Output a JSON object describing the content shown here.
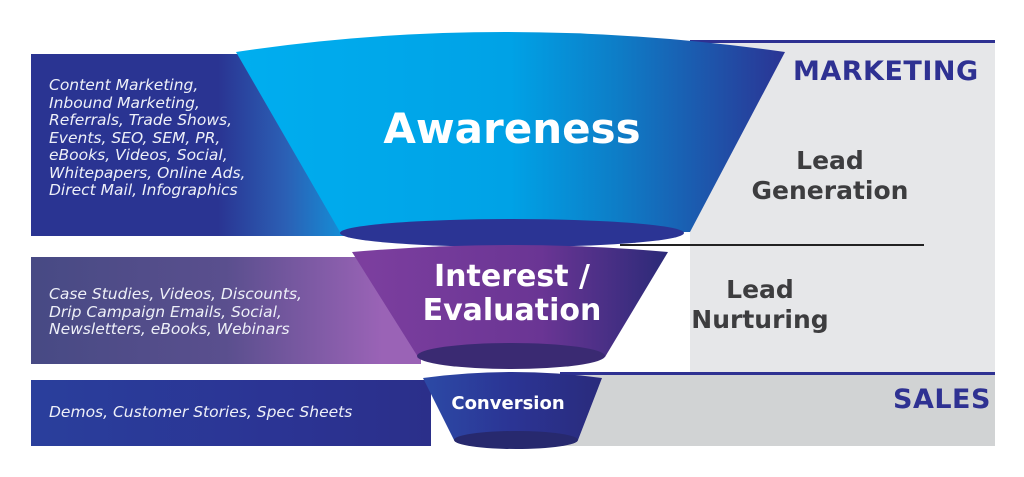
{
  "sections": {
    "marketing": "MARKETING",
    "sales": "SALES"
  },
  "stages": [
    {
      "name": "Awareness",
      "tactics": [
        "Content Marketing,",
        "Inbound Marketing,",
        "Referrals, Trade Shows,",
        "Events, SEO, SEM, PR,",
        "eBooks, Videos, Social,",
        "Whitepapers, Online Ads,",
        "Direct Mail, Infographics"
      ]
    },
    {
      "name_line1": "Interest /",
      "name_line2": "Evaluation",
      "tactics": [
        "Case Studies, Videos, Discounts,",
        "Drip Campaign Emails, Social,",
        "Newsletters, eBooks, Webinars"
      ]
    },
    {
      "name": "Conversion",
      "tactics": [
        "Demos, Customer Stories, Spec Sheets"
      ]
    }
  ],
  "phases": {
    "lead_generation": {
      "line1": "Lead",
      "line2": "Generation"
    },
    "lead_nurturing": {
      "line1": "Lead",
      "line2": "Nurturing"
    }
  },
  "colors": {
    "brand_navy": "#2e3192",
    "awareness_light": "#00aeef",
    "interest_purple": "#7b3f9e",
    "conversion_navy": "#2b3494",
    "panel_gray": "#e6e7e9",
    "sales_gray": "#d1d3d4",
    "label_dark": "#3d3d3f"
  }
}
